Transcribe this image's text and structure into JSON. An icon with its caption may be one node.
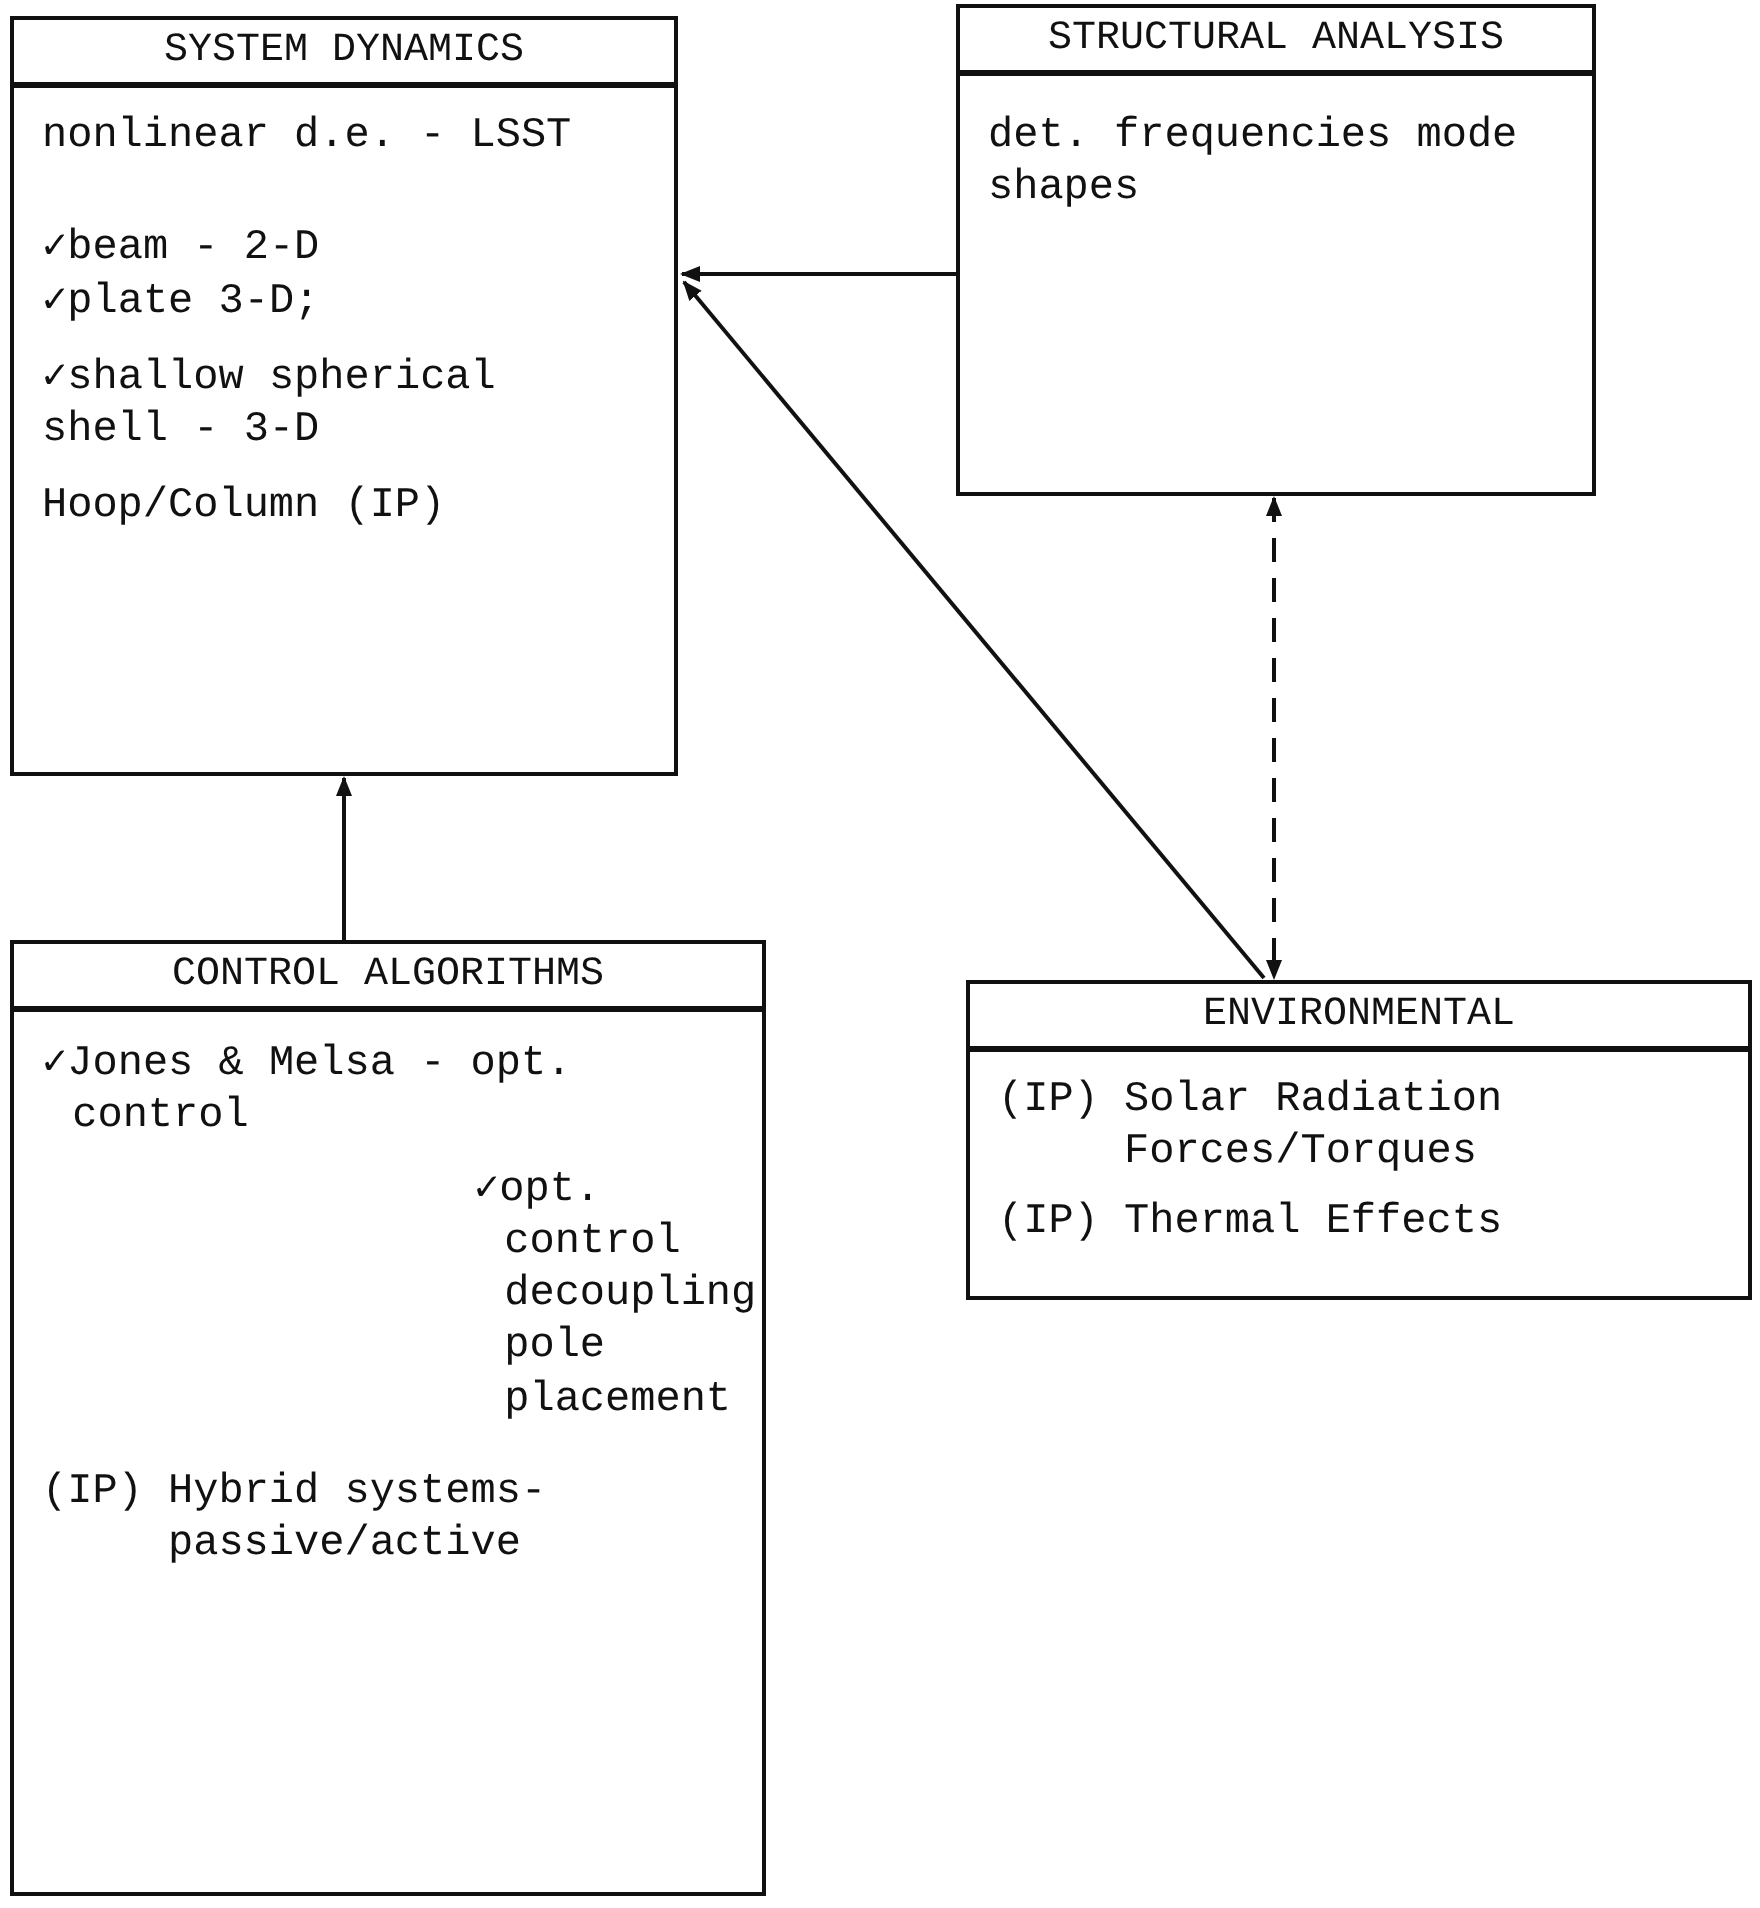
{
  "diagram": {
    "nodes": [
      {
        "text": [
          "SYSTEM DYNAMICS",
          "nonlinear d.e. - LSST",
          "✓beam - 2-D",
          "✓plate 3-D;",
          "✓shallow spherical shell - 3-D",
          "Hoop/Column (IP)"
        ]
      },
      {
        "text": [
          "STRUCTURAL ANALYSIS",
          "det. frequencies mode shapes"
        ]
      },
      {
        "text": [
          "CONTROL ALGORITHMS",
          "✓Jones & Melsa - opt. control",
          "✓opt. control decoupling pole placement",
          "(IP) Hybrid systems- passive/active"
        ]
      },
      {
        "text": [
          "ENVIRONMENTAL",
          "(IP) Solar Radiation Forces/Torques",
          "(IP) Thermal Effects"
        ]
      }
    ],
    "edges": [
      {
        "from": 1,
        "to": 0,
        "arrow": "to"
      },
      {
        "from": 3,
        "to": 0,
        "arrow": "to"
      },
      {
        "from": 2,
        "to": 0,
        "arrow": "to"
      },
      {
        "from": 1,
        "to": 3,
        "arrow": "both",
        "style": "dashed"
      }
    ]
  }
}
